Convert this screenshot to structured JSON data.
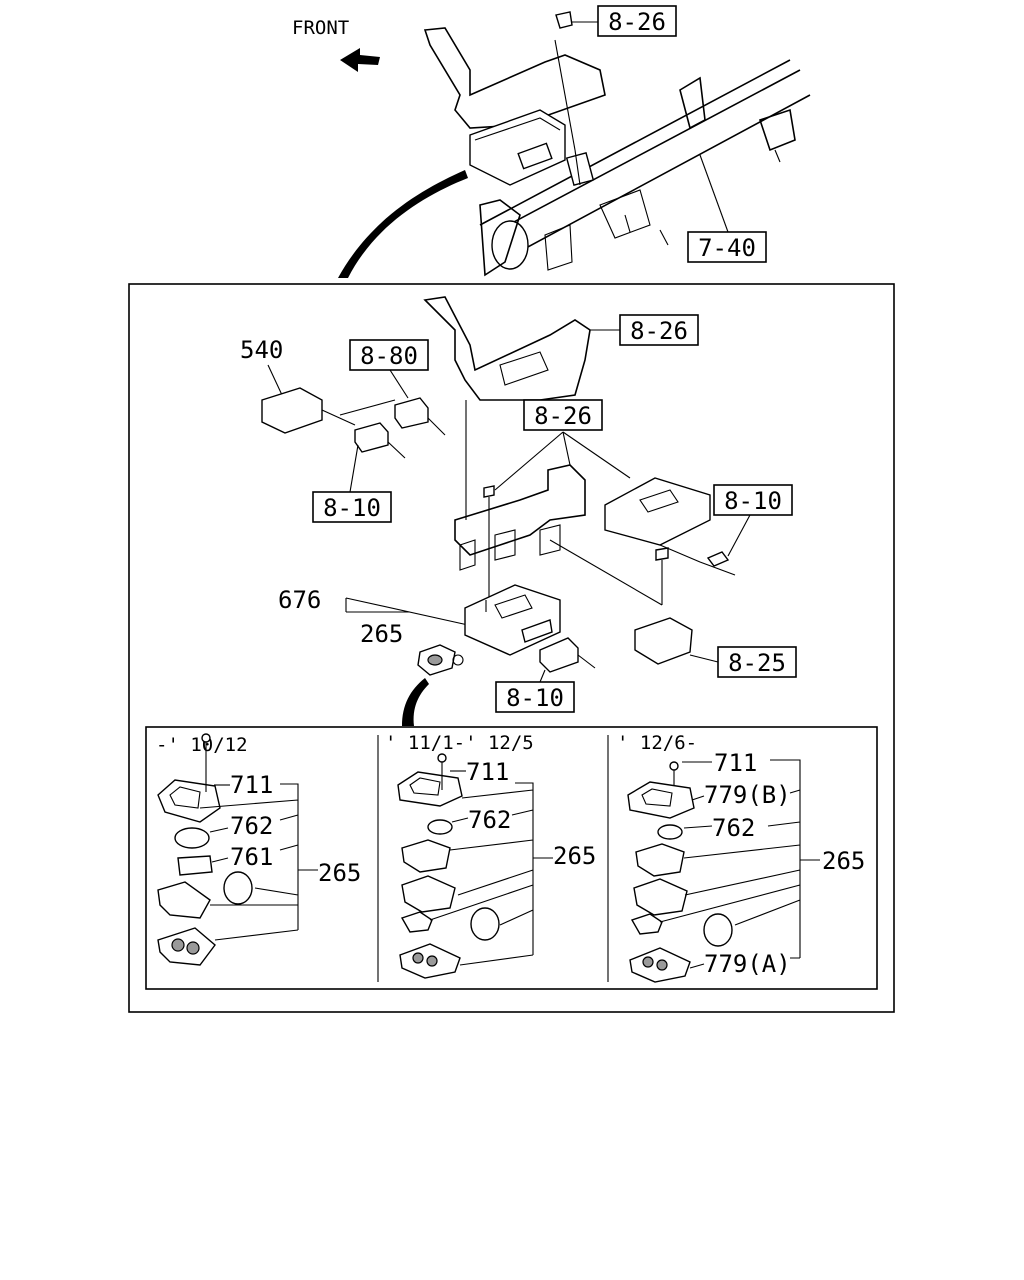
{
  "header": {
    "front_label": "FRONT"
  },
  "callouts": {
    "top_bracket_ref": "8-26",
    "crossmember_ref": "7-40",
    "bracket_ref": "8-26",
    "part_540": "540",
    "harness_ref_880": "8-80",
    "mount_ref": "8-26",
    "harness_ref_left": "8-10",
    "harness_ref_right": "8-10",
    "part_676": "676",
    "part_265": "265",
    "module_ref_825": "8-25",
    "harness_ref_bottom": "8-10"
  },
  "variants": [
    {
      "period": "-' 10/12",
      "labels": {
        "screw": "711",
        "battery": "762",
        "holder": "761",
        "assembly": "265"
      }
    },
    {
      "period": "' 11/1-' 12/5",
      "labels": {
        "screw": "711",
        "battery": "762",
        "assembly": "265"
      }
    },
    {
      "period": "' 12/6-",
      "labels": {
        "screw": "711",
        "case_b": "779(B)",
        "battery": "762",
        "assembly": "265",
        "case_a": "779(A)"
      }
    }
  ]
}
